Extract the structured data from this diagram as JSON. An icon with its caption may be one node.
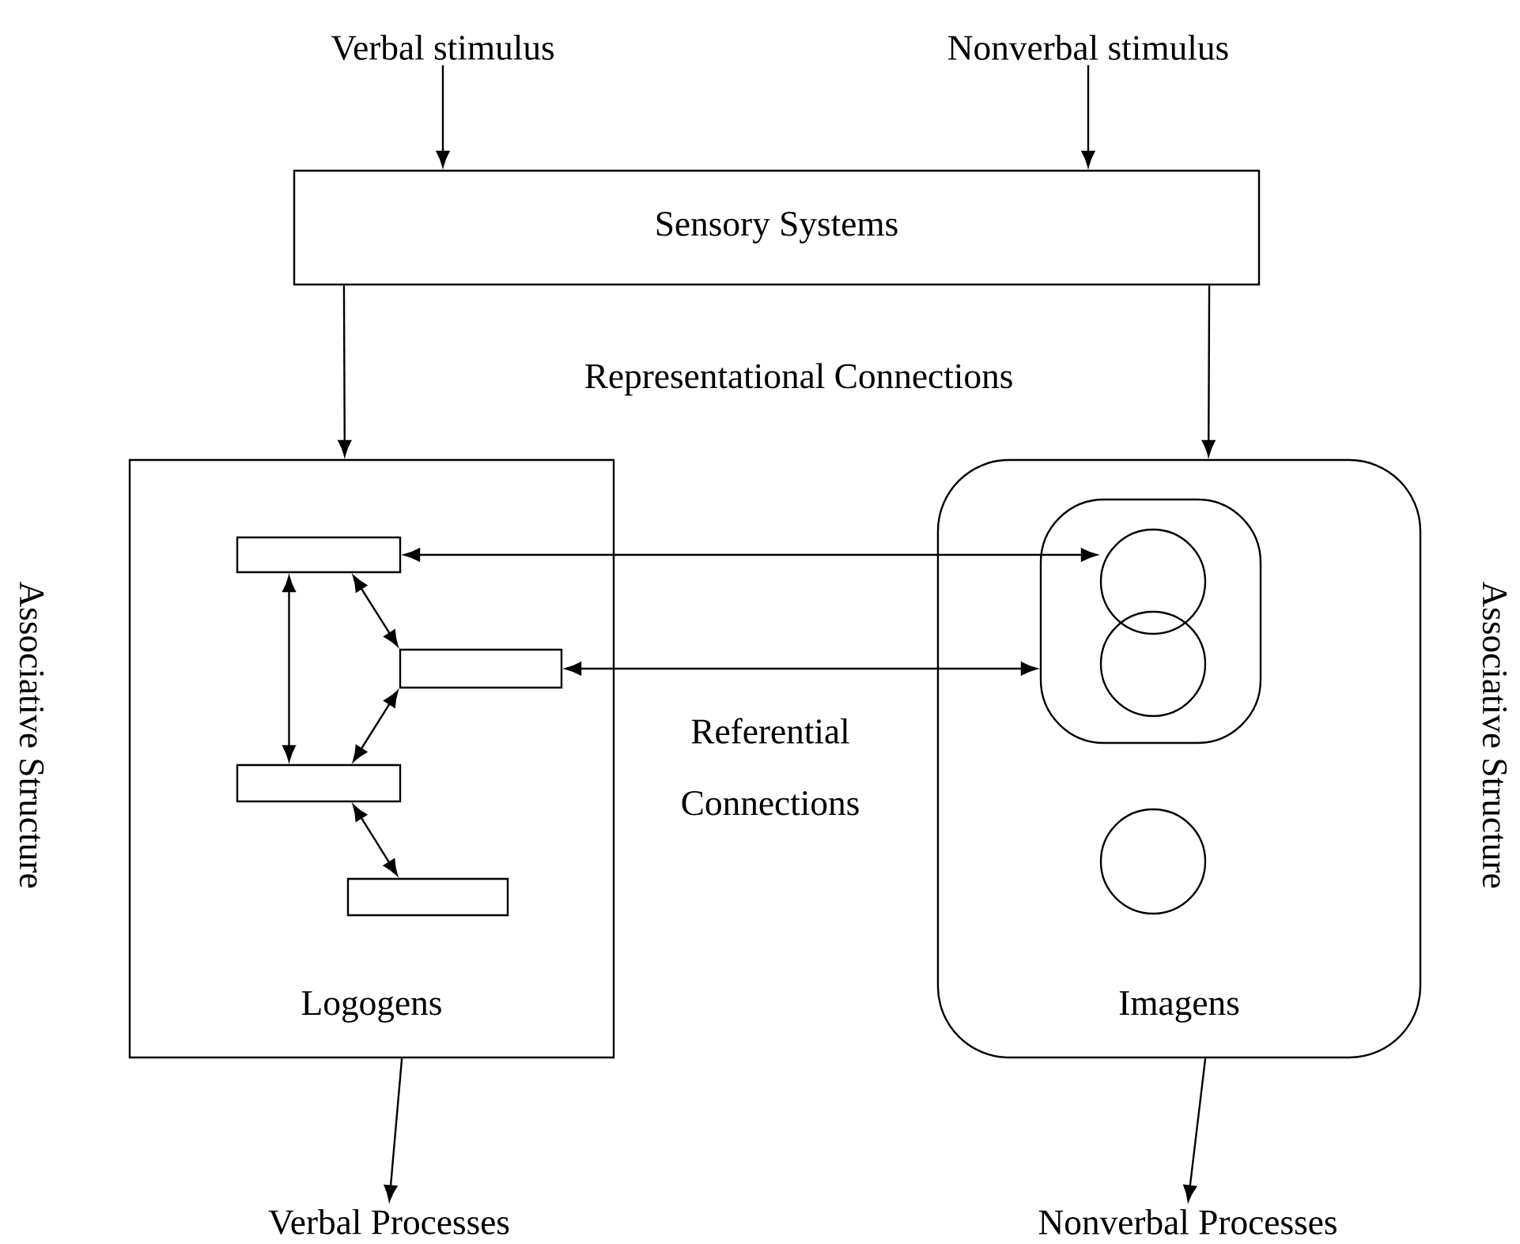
{
  "diagram": {
    "nodes": [
      {
        "text": [
          "Verbal stimulus"
        ]
      },
      {
        "text": [
          "Nonverbal stimulus"
        ]
      },
      {
        "text": [
          "Sensory Systems"
        ]
      },
      {
        "text": [
          "Logogens"
        ]
      },
      {
        "text": [
          "Imagens"
        ]
      },
      {
        "text": [],
        "shape": "box",
        "in": 3
      },
      {
        "text": [],
        "shape": "box",
        "in": 3
      },
      {
        "text": [],
        "shape": "box",
        "in": 3
      },
      {
        "text": [],
        "shape": "box",
        "in": 3
      },
      {
        "text": [],
        "shape": "box",
        "in": 4
      },
      {
        "text": [],
        "shape": "circle",
        "in": 9
      },
      {
        "text": [],
        "shape": "circle",
        "in": 9
      },
      {
        "text": [],
        "shape": "circle",
        "in": 4
      },
      {
        "text": [
          "Verbal Processes"
        ]
      },
      {
        "text": [
          "Nonverbal Processes"
        ]
      }
    ],
    "edges": [
      {
        "from": 0,
        "to": 2,
        "arrow": "to"
      },
      {
        "from": 1,
        "to": 2,
        "arrow": "to"
      },
      {
        "from": 2,
        "to": 3,
        "arrow": "to"
      },
      {
        "from": 2,
        "to": 4,
        "arrow": "to"
      },
      {
        "from": 5,
        "to": 7,
        "arrow": "both"
      },
      {
        "from": 5,
        "to": 6,
        "arrow": "both"
      },
      {
        "from": 6,
        "to": 7,
        "arrow": "both"
      },
      {
        "from": 7,
        "to": 8,
        "arrow": "both"
      },
      {
        "from": 5,
        "to": 10,
        "arrow": "both"
      },
      {
        "from": 6,
        "to": 9,
        "arrow": "both"
      },
      {
        "from": 3,
        "to": 13,
        "arrow": "to"
      },
      {
        "from": 4,
        "to": 14,
        "arrow": "to"
      }
    ],
    "labels": [
      "Representational Connections",
      "Referential Connections",
      "Associative Structure",
      "Associative Structure"
    ]
  }
}
